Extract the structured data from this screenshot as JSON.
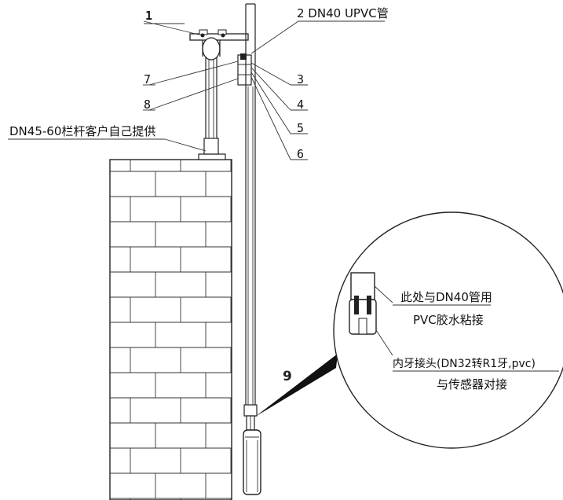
{
  "callouts": {
    "c1": "1",
    "c2": "2 DN40 UPVC管",
    "c3": "3",
    "c4": "4",
    "c5": "5",
    "c6": "6",
    "c7": "7",
    "c8": "8",
    "c9": "9"
  },
  "railing_note": "DN45-60栏杆客户自己提供",
  "detail": {
    "glue_line1": "此处与DN40管用",
    "glue_line2": "PVC胶水粘接",
    "adapter_line1": "内牙接头(DN32转R1牙,pvc)",
    "adapter_line2": "与传感器对接"
  }
}
